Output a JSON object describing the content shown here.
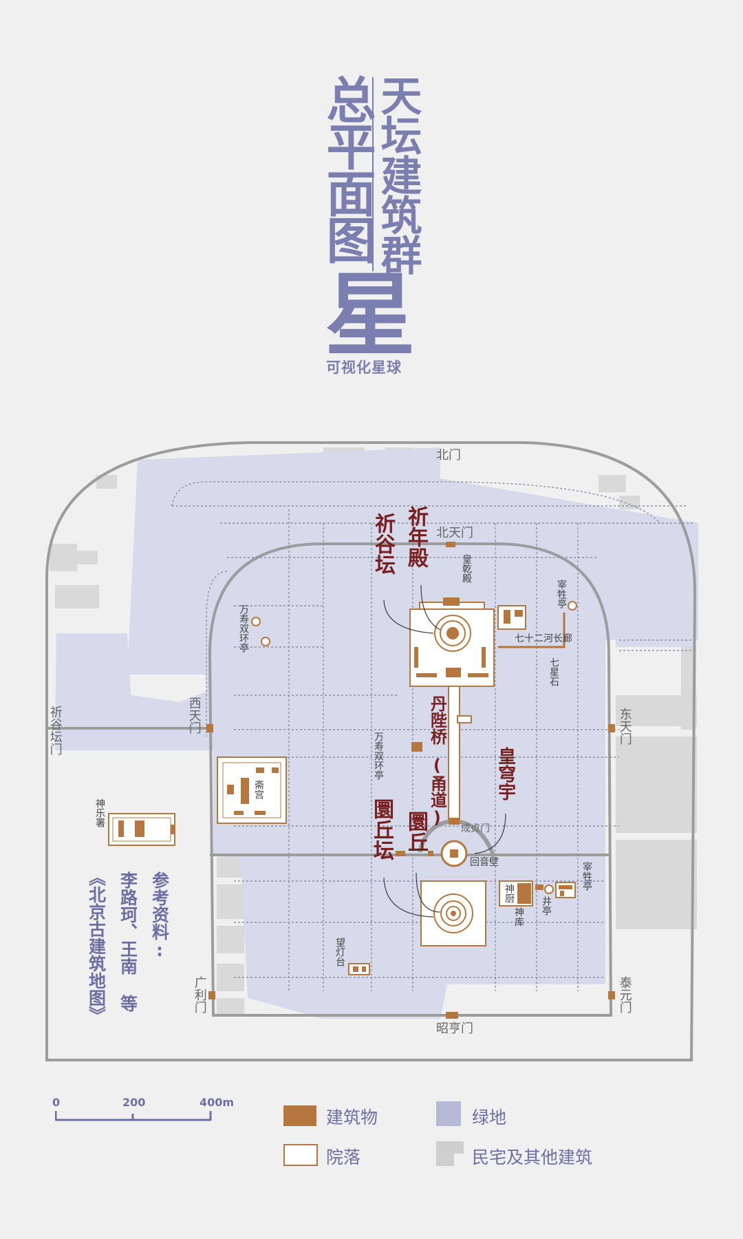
{
  "title": {
    "main": "总平面图",
    "sub": "天坛建筑群"
  },
  "logo": {
    "glyph": "星",
    "text": "可视化星球"
  },
  "colors": {
    "building": "#b5773d",
    "courtyard": "#ffffff",
    "green": "#d6daeb",
    "residential": "#d9d9d9",
    "wall": "#9c9c9c",
    "label_main": "#7a1f1f",
    "title": "#7b7fb0"
  },
  "map": {
    "gates": {
      "north_gate": "北门",
      "north_heaven_gate": "北天门",
      "west_heaven_gate": "西天门",
      "east_heaven_gate": "东天门",
      "qigutan_gate": "祈谷坛门",
      "guangli_gate": "广利门",
      "taiyuan_gate": "泰元门",
      "zhaoheng_gate": "昭亨门",
      "chengzhen_gate": "成贞门"
    },
    "main_labels": {
      "qiniandian": "祈年殿",
      "qigutan": "祈谷坛",
      "danbiqiao": "丹陛桥",
      "yongdao": "(甬道)",
      "huangqiongyu": "皇穹宇",
      "yuanqiutan": "圜丘坛",
      "yuanqiu": "圜丘"
    },
    "small_labels": {
      "huangqiandian": "皇乾殿",
      "zaishengting_north": "宰牲亭",
      "qishierhe": "七十二河长廊",
      "qixingshi": "七星石",
      "wanshou_1": "万寿双环亭",
      "wanshou_2": "万寿双环亭",
      "zhaigong": "斋宫",
      "shenyueshu": "神乐署",
      "huiyinbi": "回音壁",
      "shenchu": "神厨",
      "shenku": "神库",
      "jingting": "井亭",
      "zaishengting_south": "宰牲亭",
      "wangdengtai": "望灯台"
    },
    "reference": {
      "heading": "参考资料:",
      "authors": "李路珂、王南 等",
      "book": "《北京古建筑地图》"
    }
  },
  "legend": {
    "building": "建筑物",
    "green": "绿地",
    "courtyard": "院落",
    "residential": "民宅及其他建筑"
  },
  "scale": {
    "ticks": [
      "0",
      "200",
      "400m"
    ]
  }
}
